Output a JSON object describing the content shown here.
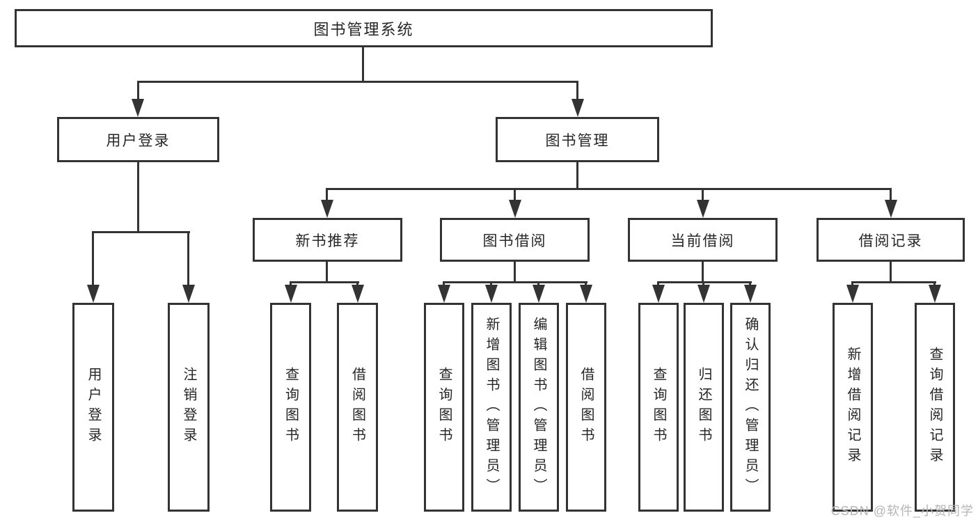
{
  "diagram": {
    "title": "图书管理系统",
    "branches": [
      {
        "label": "用户登录",
        "children": [
          {
            "label": "用户登录"
          },
          {
            "label": "注销登录"
          }
        ]
      },
      {
        "label": "图书管理",
        "children": [
          {
            "label": "新书推荐",
            "children": [
              {
                "label": "查询图书"
              },
              {
                "label": "借阅图书"
              }
            ]
          },
          {
            "label": "图书借阅",
            "children": [
              {
                "label": "查询图书"
              },
              {
                "label": "新增图书（管理员）"
              },
              {
                "label": "编辑图书（管理员）"
              },
              {
                "label": "借阅图书"
              }
            ]
          },
          {
            "label": "当前借阅",
            "children": [
              {
                "label": "查询图书"
              },
              {
                "label": "归还图书"
              },
              {
                "label": "确认归还（管理员）"
              }
            ]
          },
          {
            "label": "借阅记录",
            "children": [
              {
                "label": "新增借阅记录"
              },
              {
                "label": "查询借阅记录"
              }
            ]
          }
        ]
      }
    ]
  },
  "watermark": {
    "text": "CSDN @软件_小贺同学",
    "color": "#b5b5b5"
  },
  "colors": {
    "line": "#333333",
    "box_border": "#333333",
    "box_fill": "#ffffff",
    "text": "#262626",
    "background": "#ffffff"
  }
}
